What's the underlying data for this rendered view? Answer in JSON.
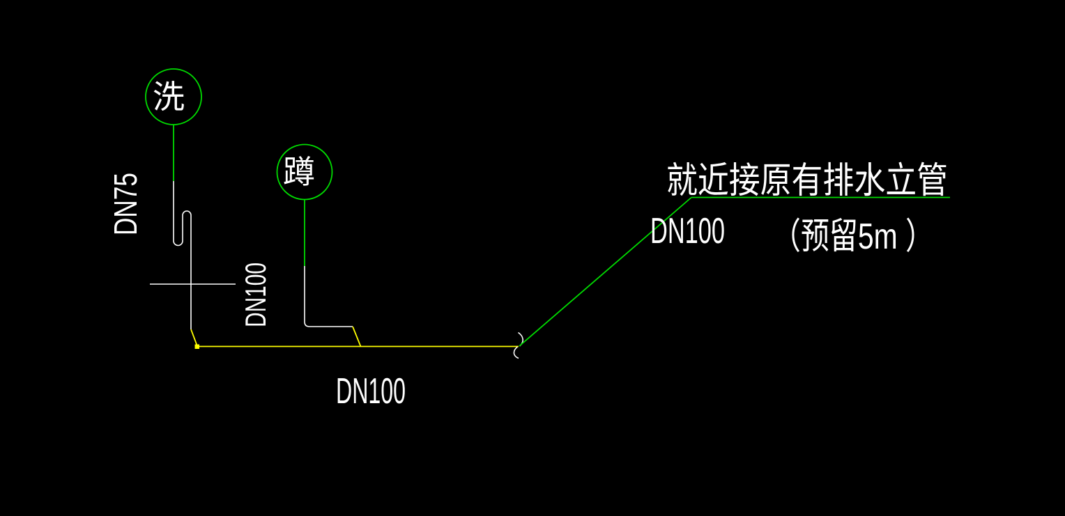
{
  "drawing": {
    "fixtures": {
      "wash": {
        "symbol": "洗",
        "branch_label": "DN75"
      },
      "squat": {
        "symbol": "蹲",
        "branch_label": "DN100"
      }
    },
    "main_line_label": "DN100",
    "riser": {
      "note": "就近接原有排水立管",
      "pipe_label": "DN100",
      "reserve_note": "（预留5m ）"
    },
    "colors": {
      "background": "#000000",
      "pipe_green": "#00dd00",
      "pipe_yellow": "#ffff00",
      "annotation_white": "#ffffff"
    }
  }
}
